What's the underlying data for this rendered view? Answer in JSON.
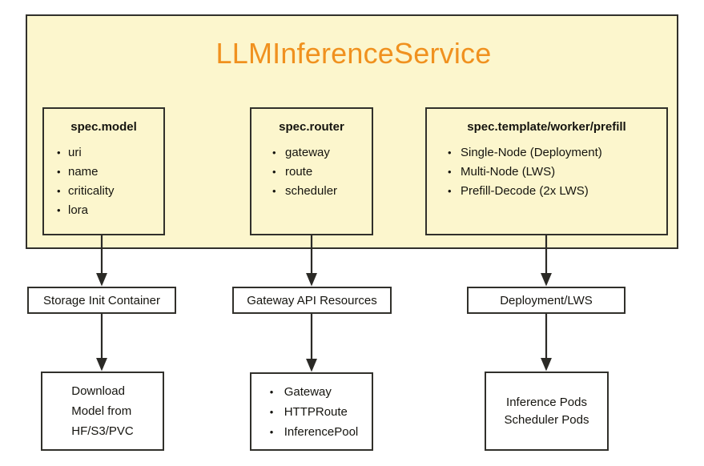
{
  "diagram": {
    "title": "LLMInferenceService",
    "title_color": "#f0911f",
    "container_fill": "#fcf6cd",
    "container_stroke": "#31302b",
    "spec_boxes": [
      {
        "title": "spec.model",
        "items": [
          "uri",
          "name",
          "criticality",
          "lora"
        ]
      },
      {
        "title": "spec.router",
        "items": [
          "gateway",
          "route",
          "scheduler"
        ]
      },
      {
        "title": "spec.template/worker/prefill",
        "items": [
          "Single-Node (Deployment)",
          "Multi-Node (LWS)",
          "Prefill-Decode (2x LWS)"
        ]
      }
    ],
    "mid_boxes": [
      {
        "label": "Storage Init Container"
      },
      {
        "label": "Gateway API Resources"
      },
      {
        "label": "Deployment/LWS"
      }
    ],
    "leaf_boxes": [
      {
        "kind": "lines",
        "lines": [
          "Download",
          "Model from",
          "HF/S3/PVC"
        ]
      },
      {
        "kind": "bullets",
        "items": [
          "Gateway",
          "HTTPRoute",
          "InferencePool"
        ]
      },
      {
        "kind": "lines",
        "lines": [
          "Inference Pods",
          "Scheduler Pods"
        ]
      }
    ]
  }
}
